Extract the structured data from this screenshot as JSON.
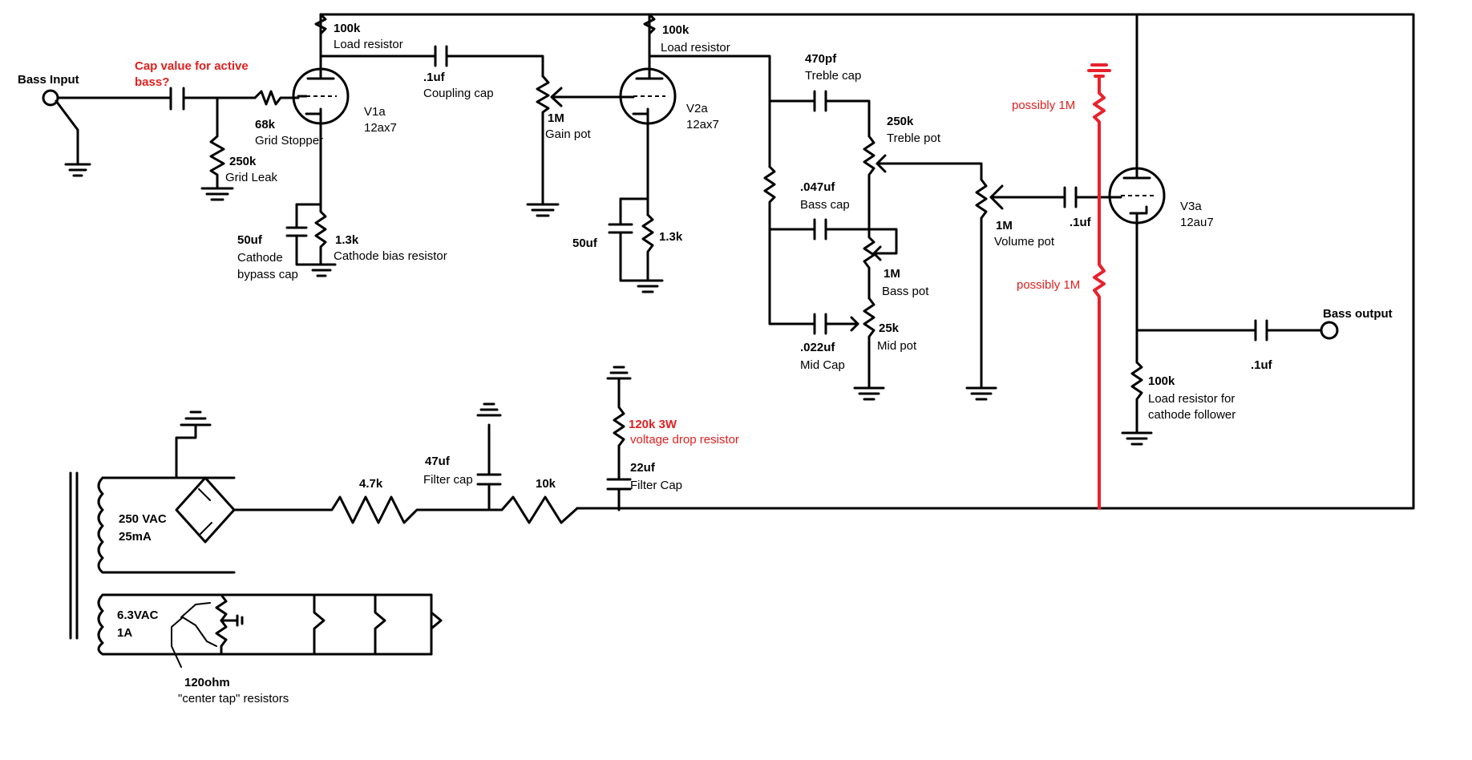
{
  "labels": {
    "bass_input": "Bass Input",
    "cap_question": "Cap value for active",
    "cap_question_2": "bass?",
    "v1_load_value": "100k",
    "v1_load_name": "Load resistor",
    "grid_stopper_value": "68k",
    "grid_stopper_name": "Grid Stopper",
    "grid_leak_value": "250k",
    "grid_leak_name": "Grid Leak",
    "v1_name": "V1a",
    "v1_type": "12ax7",
    "coupling_value": ".1uf",
    "coupling_name": "Coupling cap",
    "gain_value": "1M",
    "gain_name": "Gain pot",
    "cathode_cap_value": "50uf",
    "cathode_cap_name_1": "Cathode",
    "cathode_cap_name_2": "bypass cap",
    "cathode_res_value": "1.3k",
    "cathode_res_name": "Cathode bias resistor",
    "v2_load_value": "100k",
    "v2_load_name": "Load resistor",
    "v2_name": "V2a",
    "v2_type": "12ax7",
    "v2_cap_value": "50uf",
    "v2_res_value": "1.3k",
    "treble_cap_value": "470pf",
    "treble_cap_name": "Treble cap",
    "treble_pot_value": "250k",
    "treble_pot_name": "Treble pot",
    "bass_cap_value": ".047uf",
    "bass_cap_name": "Bass cap",
    "bass_pot_value": "1M",
    "bass_pot_name": "Bass pot",
    "mid_cap_value": ".022uf",
    "mid_cap_name": "Mid Cap",
    "mid_pot_value": "25k",
    "mid_pot_name": "Mid pot",
    "volume_value": "1M",
    "volume_name": "Volume pot",
    "v3_cap_value": ".1uf",
    "possibly_1": "possibly 1M",
    "possibly_2": "possibly 1M",
    "v3_name": "V3a",
    "v3_type": "12au7",
    "bass_output": "Bass output",
    "out_cap_value": ".1uf",
    "follower_value": "100k",
    "follower_name_1": "Load resistor for",
    "follower_name_2": "cathode follower",
    "drop_value": "120k 3W",
    "drop_name": "voltage drop resistor",
    "filter22_value": "22uf",
    "filter22_name": "Filter Cap",
    "filter47_value": "47uf",
    "filter47_name": "Filter cap",
    "r47k": "4.7k",
    "r10k": "10k",
    "hv_1": "250 VAC",
    "hv_2": "25mA",
    "heater_1": "6.3VAC",
    "heater_2": "1A",
    "ct_value": "120ohm",
    "ct_name": "\"center tap\" resistors"
  },
  "colors": {
    "wire": "#000000",
    "annotation": "#e02020"
  }
}
